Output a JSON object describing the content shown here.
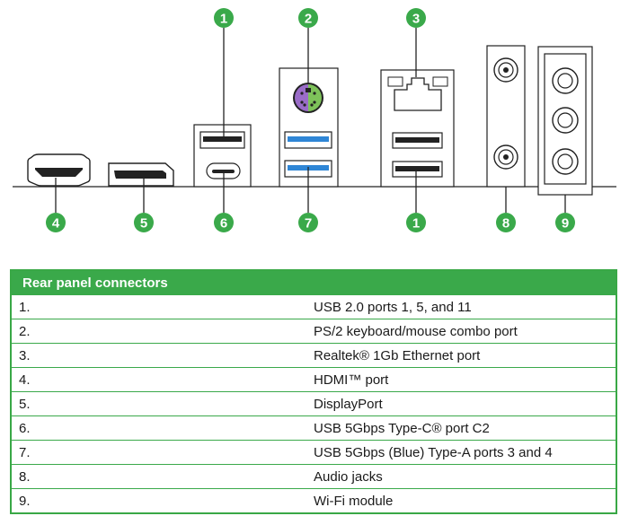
{
  "callouts": {
    "usb2_top": "1",
    "ps2": "2",
    "ethernet": "3",
    "hdmi": "4",
    "displayport": "5",
    "usb_typec": "6",
    "usb_typea_blue": "7",
    "usb2_bottom": "1",
    "audio": "8",
    "wifi": "9"
  },
  "colors": {
    "accent_green": "#3aa94a",
    "usb3_blue": "#2f86d6",
    "ps2_purple": "#9a6cc8",
    "ps2_green": "#7ec25a"
  },
  "table": {
    "header": "Rear panel connectors",
    "rows": [
      {
        "num": "1.",
        "desc": "USB 2.0 ports 1, 5, and 11"
      },
      {
        "num": "2.",
        "desc": "PS/2 keyboard/mouse combo port"
      },
      {
        "num": "3.",
        "desc": "Realtek® 1Gb Ethernet port"
      },
      {
        "num": "4.",
        "desc": "HDMI™ port"
      },
      {
        "num": "5.",
        "desc": "DisplayPort"
      },
      {
        "num": "6.",
        "desc": "USB 5Gbps Type-C® port C2"
      },
      {
        "num": "7.",
        "desc": "USB 5Gbps (Blue) Type-A ports 3 and 4"
      },
      {
        "num": "8.",
        "desc": "Audio jacks"
      },
      {
        "num": "9.",
        "desc": "Wi-Fi module"
      }
    ]
  }
}
